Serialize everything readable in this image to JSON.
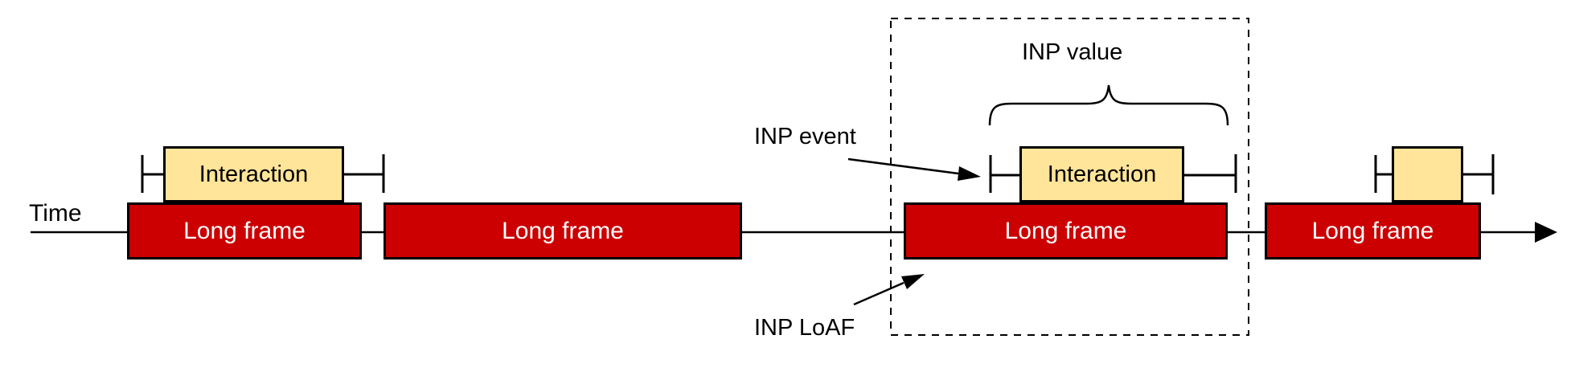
{
  "diagram": {
    "labels": {
      "time": "Time",
      "inp_event": "INP event",
      "inp_value": "INP value",
      "inp_loaf": "INP LoAF"
    },
    "long_frames": [
      {
        "label": "Long frame"
      },
      {
        "label": "Long frame"
      },
      {
        "label": "Long frame"
      },
      {
        "label": "Long frame"
      }
    ],
    "interactions": [
      {
        "label": "Interaction"
      },
      {
        "label": "Interaction"
      },
      {
        "label": ""
      }
    ],
    "colors": {
      "long_frame_fill": "#cc0000",
      "long_frame_text": "#ffffff",
      "interaction_fill": "#ffe599",
      "interaction_text": "#000000",
      "line": "#000000",
      "background": "#ffffff"
    }
  }
}
